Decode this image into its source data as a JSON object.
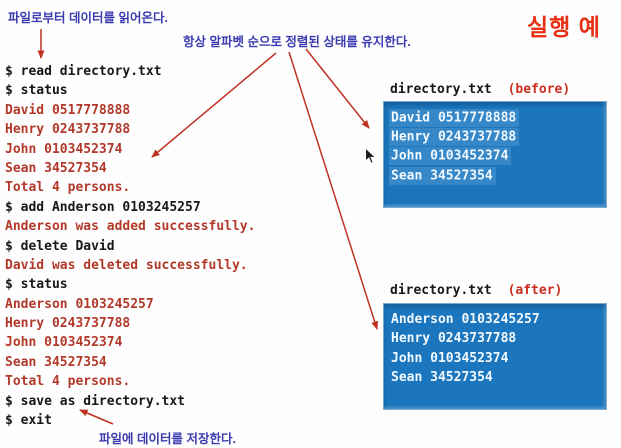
{
  "title": "실행 예",
  "annotations": {
    "top_left": "파일로부터 데이터를 읽어온다.",
    "top_middle": "항상 알파벳 순으로 정렬된 상태를 유지한다.",
    "bottom": "파일에 데이터를 저장한다."
  },
  "terminal": {
    "lines": [
      {
        "text": "$ read directory.txt",
        "type": "command"
      },
      {
        "text": "$ status",
        "type": "command"
      },
      {
        "text": "David 0517778888",
        "type": "output"
      },
      {
        "text": "Henry 0243737788",
        "type": "output"
      },
      {
        "text": "John 0103452374",
        "type": "output"
      },
      {
        "text": "Sean 34527354",
        "type": "output"
      },
      {
        "text": "Total 4 persons.",
        "type": "output"
      },
      {
        "text": "$ add Anderson 0103245257",
        "type": "command"
      },
      {
        "text": "Anderson was added successfully.",
        "type": "output"
      },
      {
        "text": "$ delete David",
        "type": "command"
      },
      {
        "text": "David was deleted successfully.",
        "type": "output"
      },
      {
        "text": "$ status",
        "type": "command"
      },
      {
        "text": "Anderson 0103245257",
        "type": "output"
      },
      {
        "text": "Henry 0243737788",
        "type": "output"
      },
      {
        "text": "John 0103452374",
        "type": "output"
      },
      {
        "text": "Sean 34527354",
        "type": "output"
      },
      {
        "text": "Total 4 persons.",
        "type": "output"
      },
      {
        "text": "$ save as directory.txt",
        "type": "command"
      },
      {
        "text": "$ exit",
        "type": "command"
      }
    ]
  },
  "files": {
    "before": {
      "label": "directory.txt",
      "tag": "(before)",
      "selected": true,
      "lines": [
        "David 0517778888",
        "Henry 0243737788",
        "John 0103452374",
        "Sean 34527354"
      ]
    },
    "after": {
      "label": "directory.txt",
      "tag": "(after)",
      "selected": false,
      "lines": [
        "Anderson 0103245257",
        "Henry 0243737788",
        "John 0103452374",
        "Sean 34527354"
      ]
    }
  },
  "colors": {
    "annotationBlue": "#3c3cb0",
    "arrowRed": "#bf3222",
    "titleRed": "#e83114",
    "tagRed": "#cd2f1e",
    "outputRed": "#b2392a",
    "commandBlack": "#171717",
    "boxBlue": "#1b76bd",
    "boxHighlight": "#3587c8",
    "boxText": "#f2f9ff"
  }
}
